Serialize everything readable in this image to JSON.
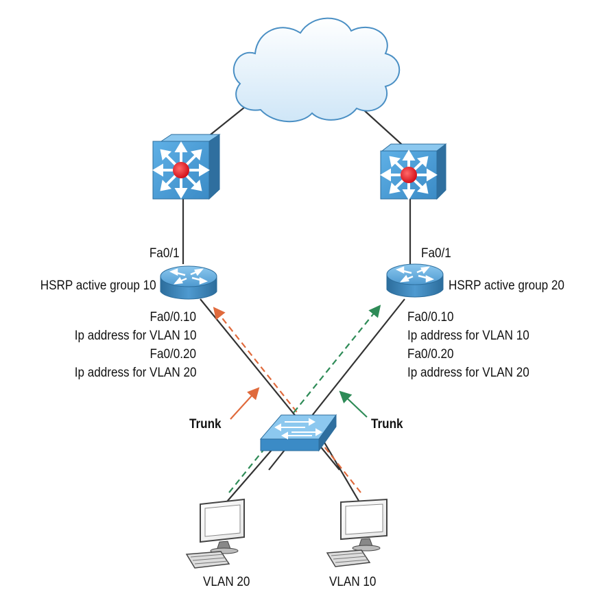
{
  "left_router": {
    "interface_up": "Fa0/1",
    "hsrp": "HSRP active group 10",
    "sub1": "Fa0/0.10",
    "sub1_ip": "Ip address for VLAN 10",
    "sub2": "Fa0/0.20",
    "sub2_ip": "Ip address for VLAN 20"
  },
  "right_router": {
    "interface_up": "Fa0/1",
    "hsrp": "HSRP active group 20",
    "sub1": "Fa0/0.10",
    "sub1_ip": "Ip address for VLAN 10",
    "sub2": "Fa0/0.20",
    "sub2_ip": "Ip address for VLAN 20"
  },
  "trunk_left": "Trunk",
  "trunk_right": "Trunk",
  "pc_left": "VLAN 20",
  "pc_right": "VLAN 10",
  "colors": {
    "device_blue": "#4f9ad0",
    "device_dark": "#2f6f9f",
    "hsrp_red_path": "#e06a3c",
    "hsrp_green_path": "#2e8b57",
    "multilayer_core": "#e8202a",
    "cloud_fill": "#e3f1fb",
    "cloud_stroke": "#4a8fc4"
  },
  "icons": [
    "cloud-icon",
    "multilayer-switch-icon",
    "router-icon",
    "switch-icon",
    "pc-icon"
  ]
}
